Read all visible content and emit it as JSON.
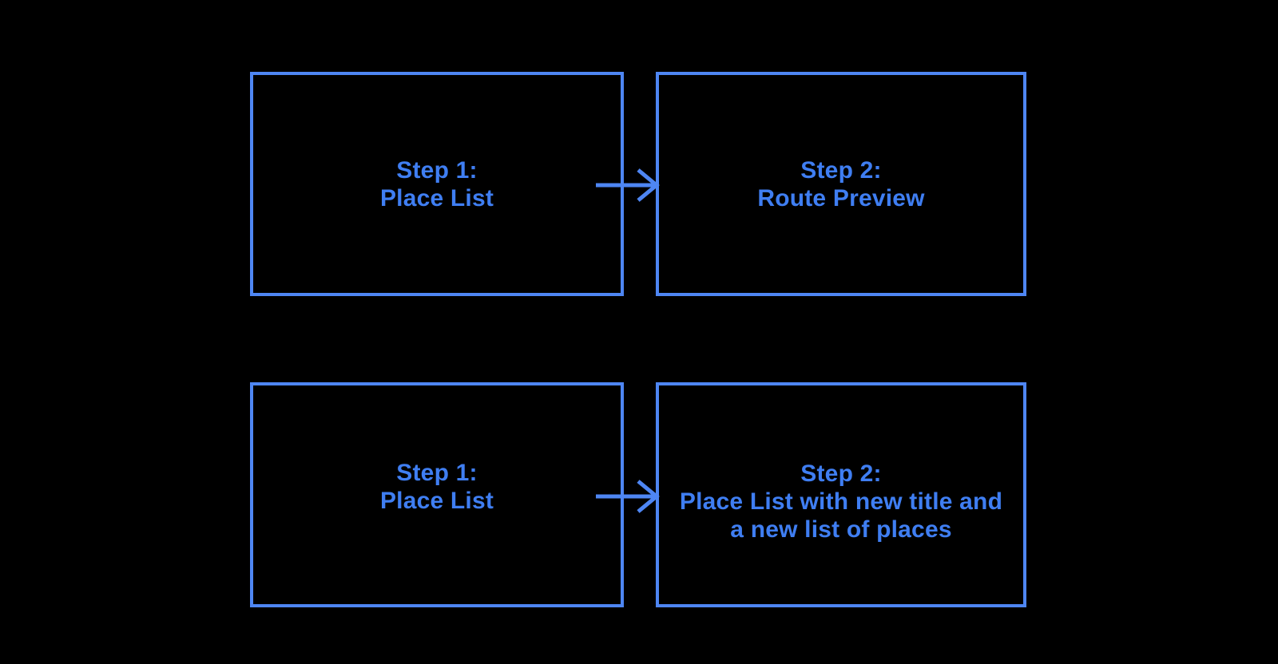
{
  "colors": {
    "background": "#000000",
    "accent_border": "#4e86f3",
    "accent_text": "#3f7ef2"
  },
  "icons": {
    "arrow_right": "→"
  },
  "flows": [
    {
      "name": "flow-1",
      "boxes": [
        {
          "lines": [
            "Step 1:",
            "Place List"
          ]
        },
        {
          "lines": [
            "Step 2:",
            "Route Preview"
          ]
        }
      ]
    },
    {
      "name": "flow-2",
      "boxes": [
        {
          "lines": [
            "Step 1:",
            "Place List"
          ]
        },
        {
          "lines": [
            "Step 2:",
            "Place List with new title and",
            "a new list of places"
          ]
        }
      ]
    }
  ]
}
